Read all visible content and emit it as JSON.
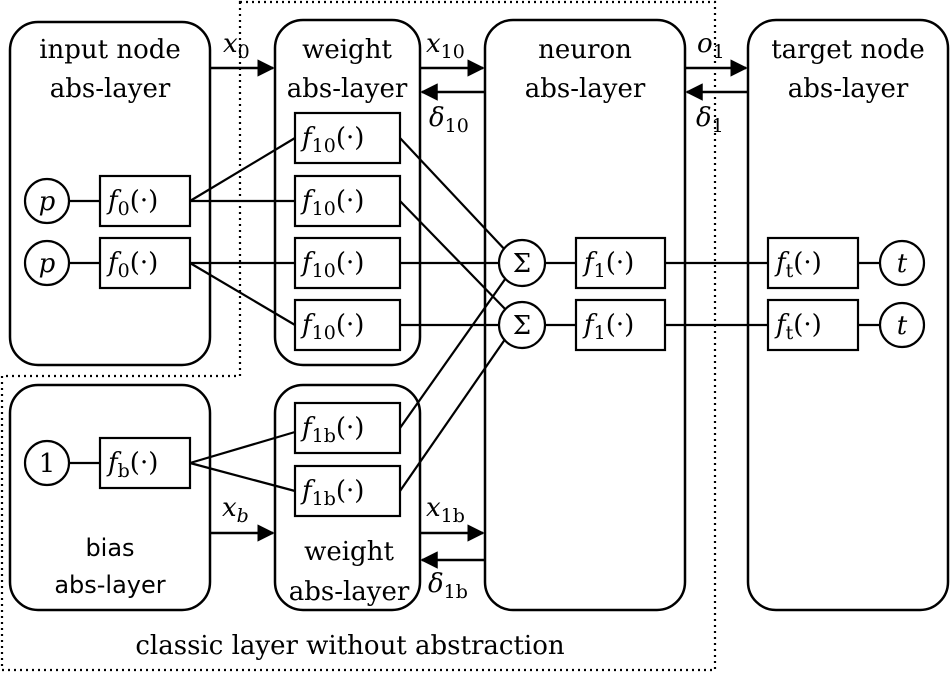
{
  "layers": {
    "input": {
      "line1": "input node",
      "line2": "abs-layer"
    },
    "weight_top": {
      "line1": "weight",
      "line2": "abs-layer"
    },
    "neuron": {
      "line1": "neuron",
      "line2": "abs-layer"
    },
    "target": {
      "line1": "target node",
      "line2": "abs-layer"
    },
    "bias": {
      "line1": "bias",
      "line2": "abs-layer"
    },
    "weight_bottom": {
      "line1": "weight",
      "line2": "abs-layer"
    }
  },
  "caption": "classic layer without abstraction",
  "symbols": {
    "p": "p",
    "one": "1",
    "t": "t",
    "sigma": "Σ",
    "f": "f",
    "arg": "(·)",
    "x": "x",
    "o": "o",
    "delta": "δ"
  },
  "subscripts": {
    "f0": "0",
    "f10": "10",
    "f1": "1",
    "ft": "t",
    "fb": "b",
    "f1b": "1b",
    "x0": "0",
    "x10": "10",
    "d10": "10",
    "o1": "1",
    "d1": "1",
    "xb": "b",
    "x1b": "1b",
    "d1b": "1b"
  }
}
